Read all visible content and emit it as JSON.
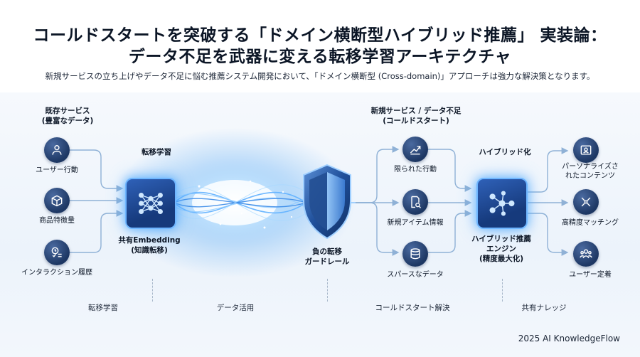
{
  "title": {
    "line1": "コールドスタートを突破する「ドメイン横断型ハイブリッド推薦」 実装論：",
    "line2": "データ不足を武器に変える転移学習アーキテクチャ"
  },
  "subtitle": "新規サービスの立ち上げやデータ不足に悩む推薦システム開発において、「ドメイン横断型 (Cross-domain)」アプローチは強力な解決策となります。",
  "left_group": {
    "heading_line1": "既存サービス",
    "heading_line2": "(豊富なデータ)",
    "items": [
      {
        "label": "ユーザー行動",
        "icon": "users-icon"
      },
      {
        "label": "商品特徴量",
        "icon": "box-icon"
      },
      {
        "label": "インタラクション履歴",
        "icon": "clock-checklist-icon"
      }
    ]
  },
  "transfer_label": "転移学習",
  "shared_hub": {
    "label_line1": "共有Embedding",
    "label_line2": "(知識転移)"
  },
  "guardrail": {
    "label_line1": "負の転移",
    "label_line2": "ガードレール"
  },
  "right_group": {
    "heading_line1": "新規サービス / データ不足",
    "heading_line2": "(コールドスタート)",
    "items": [
      {
        "label": "限られた行動",
        "icon": "trend-icon"
      },
      {
        "label": "新規アイテム情報",
        "icon": "document-search-icon"
      },
      {
        "label": "スパースなデータ",
        "icon": "database-icon"
      }
    ]
  },
  "hybrid_label": "ハイブリッド化",
  "hybrid_engine": {
    "label_line1": "ハイブリッド推薦",
    "label_line2": "エンジン",
    "label_line3": "(精度最大化)"
  },
  "outputs": [
    {
      "label_line1": "パーソナライズさ",
      "label_line2": "れたコンテンツ",
      "icon": "personalized-content-icon"
    },
    {
      "label_line1": "高精度マッチング",
      "label_line2": "",
      "icon": "matching-icon"
    },
    {
      "label_line1": "ユーザー定着",
      "label_line2": "",
      "icon": "user-group-icon"
    }
  ],
  "bottom_labels": [
    "転移学習",
    "データ活用",
    "コールドスタート解決",
    "共有ナレッジ"
  ],
  "footer": "2025 AI KnowledgeFlow",
  "colors": {
    "dark_navy": "#1d3763",
    "accent_blue": "#3b8ff0",
    "glow": "#6fb6ff",
    "arrow": "#8fb1d6"
  }
}
